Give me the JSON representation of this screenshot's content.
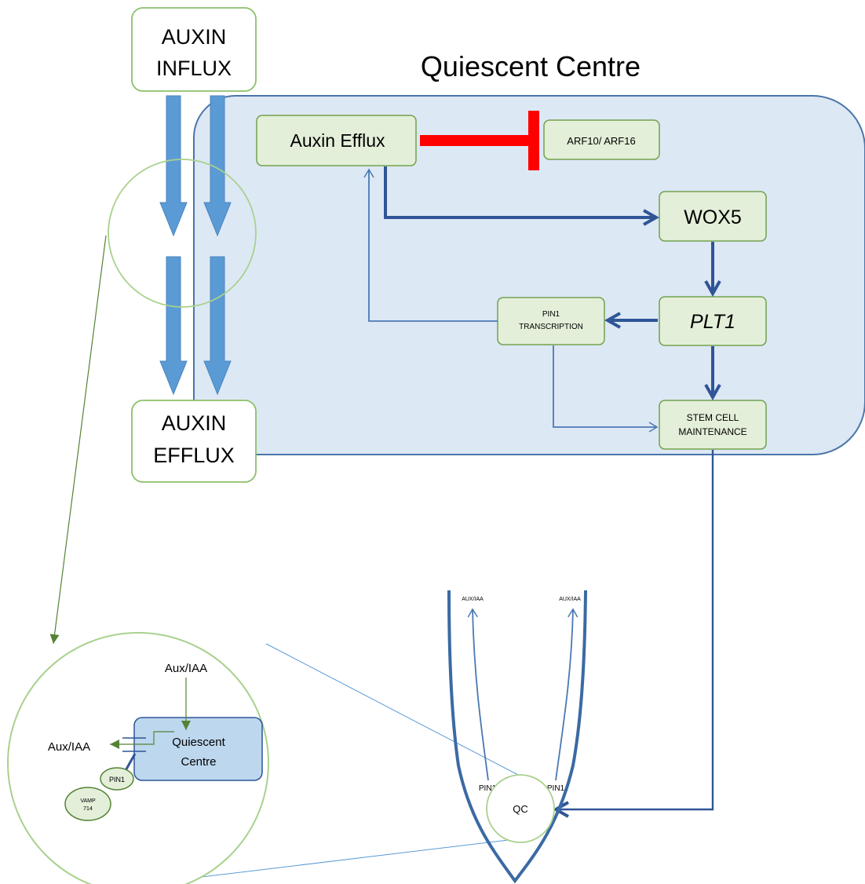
{
  "diagram": {
    "title": "Quiescent Centre",
    "nodes": {
      "auxin_influx": {
        "line1": "AUXIN",
        "line2": "INFLUX"
      },
      "auxin_efflux_left": {
        "line1": "AUXIN",
        "line2": "EFFLUX"
      },
      "auxin_efflux": {
        "label": "Auxin Efflux"
      },
      "arf": {
        "label": "ARF10/ ARF16"
      },
      "wox5": {
        "label": "WOX5"
      },
      "plt1": {
        "label": "PLT1"
      },
      "pin1_transcription": {
        "line1": "PIN1",
        "line2": "TRANSCRIPTION"
      },
      "stem_cell": {
        "line1": "STEM CELL",
        "line2": "MAINTENANCE"
      }
    },
    "zoom_inset": {
      "aux_iaa_top": "Aux/IAA",
      "aux_iaa_left": "Aux/IAA",
      "qc_box": {
        "line1": "Quiescent",
        "line2": "Centre"
      },
      "pin1": "PIN1",
      "vamp": {
        "line1": "VAMP",
        "line2": "714"
      }
    },
    "root": {
      "aux_iaa_left": "AUX/IAA",
      "aux_iaa_right": "AUX/IAA",
      "pin1_left": "PIN1",
      "pin1_right": "PIN1",
      "qc": "QC"
    },
    "colors": {
      "qc_region_fill": "#dde8f5",
      "qc_region_stroke": "#4a76a8",
      "node_fill": "#e3efd9",
      "node_stroke": "#73a24e",
      "arrow_blue": "#2f5597",
      "thin_arrow": "#4a78b3",
      "inhibit_red": "#ff0000",
      "big_arrow": "#5b9bd5",
      "inset_green": "#a9d18e",
      "inset_arrow_green": "#548235",
      "qc_box_fill": "#bdd7ee"
    }
  }
}
